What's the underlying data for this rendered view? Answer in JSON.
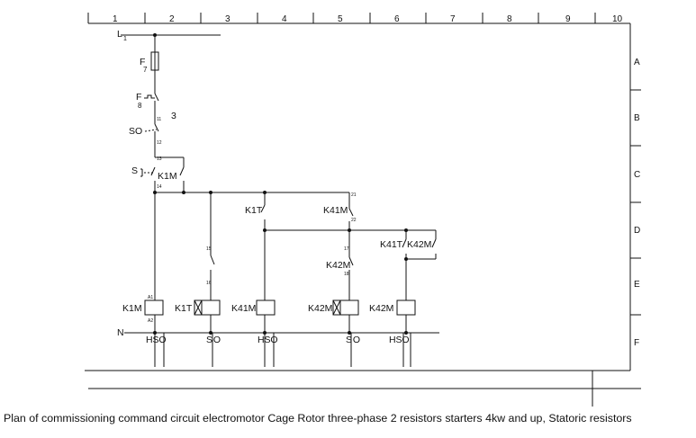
{
  "caption": "Plan of commissioning command circuit electromotor Cage Rotor three-phase 2 resistors starters 4kw and up, Statoric resistors",
  "columns": [
    "1",
    "2",
    "3",
    "4",
    "5",
    "6",
    "7",
    "8",
    "9",
    "10"
  ],
  "rows": [
    "A",
    "B",
    "C",
    "D",
    "E",
    "F"
  ],
  "labels": {
    "l1": "L",
    "l1_sub": "1",
    "f7": "F",
    "f7_sub": "7",
    "f8": "F",
    "f8_sub": "8",
    "node3": "3",
    "so": "SO",
    "s1": "S",
    "k1m_aux": "K1M",
    "k1t_contact": "K1T",
    "k41m_contact": "K41M",
    "k41t_k42m": "K41T",
    "k42m_aux2": "K42M",
    "k42m_contact": "K42M",
    "n": "N",
    "coil1": "K1M",
    "coil2": "K1T",
    "coil3": "K41M",
    "coil4": "K42M",
    "coil5": "K42M",
    "hso1": "H S O",
    "so2": "S O",
    "hso3": "H S O",
    "so4": "S O",
    "hso5": "H S O"
  },
  "terminal_marks": [
    "13",
    "14",
    "11",
    "12",
    "A1",
    "A2",
    "15",
    "16",
    "17",
    "18",
    "21",
    "22"
  ]
}
